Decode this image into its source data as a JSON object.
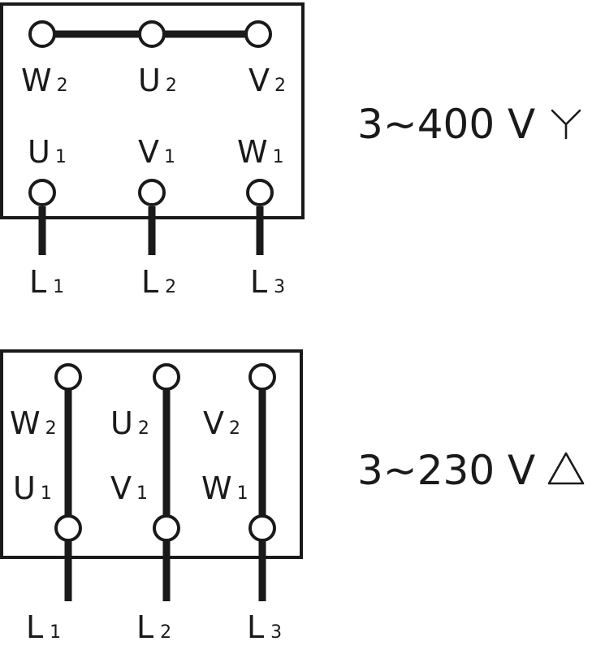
{
  "star": {
    "voltage_label": "3~400 V",
    "symbol": "Y",
    "top_row": [
      {
        "letter": "W",
        "sub": "2"
      },
      {
        "letter": "U",
        "sub": "2"
      },
      {
        "letter": "V",
        "sub": "2"
      }
    ],
    "bottom_row": [
      {
        "letter": "U",
        "sub": "1"
      },
      {
        "letter": "V",
        "sub": "1"
      },
      {
        "letter": "W",
        "sub": "1"
      }
    ],
    "lines": [
      {
        "letter": "L",
        "sub": "1"
      },
      {
        "letter": "L",
        "sub": "2"
      },
      {
        "letter": "L",
        "sub": "3"
      }
    ]
  },
  "delta": {
    "voltage_label": "3~230 V",
    "symbol": "Δ",
    "upper_labels": [
      {
        "letter": "W",
        "sub": "2"
      },
      {
        "letter": "U",
        "sub": "2"
      },
      {
        "letter": "V",
        "sub": "2"
      }
    ],
    "lower_labels": [
      {
        "letter": "U",
        "sub": "1"
      },
      {
        "letter": "V",
        "sub": "1"
      },
      {
        "letter": "W",
        "sub": "1"
      }
    ],
    "lines": [
      {
        "letter": "L",
        "sub": "1"
      },
      {
        "letter": "L",
        "sub": "2"
      },
      {
        "letter": "L",
        "sub": "3"
      }
    ]
  }
}
